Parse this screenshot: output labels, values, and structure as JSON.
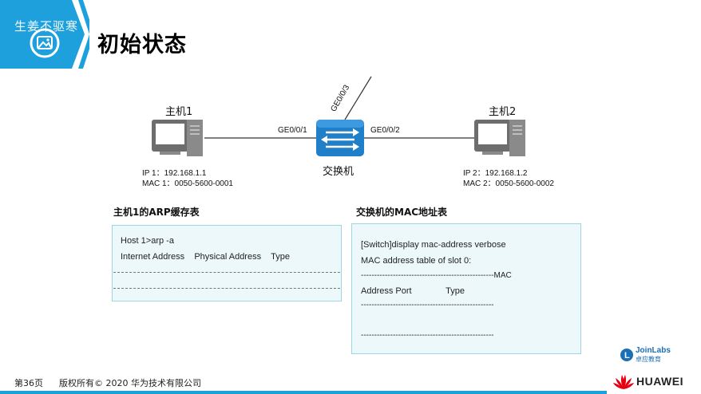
{
  "header": {
    "watermark": "生姜不驱寒",
    "title": "初始状态"
  },
  "topology": {
    "host1": {
      "name": "主机1",
      "ip": "IP 1：192.168.1.1",
      "mac": "MAC 1：0050-5600-0001"
    },
    "host2": {
      "name": "主机2",
      "ip": "IP 2：192.168.1.2",
      "mac": "MAC 2：0050-5600-0002"
    },
    "switch": {
      "name": "交换机"
    },
    "ports": {
      "p1": "GE0/0/1",
      "p2": "GE0/0/2",
      "p3": "GE0/0/3"
    }
  },
  "arp_table": {
    "title": "主机1的ARP缓存表",
    "lines": [
      "Host 1>arp -a",
      "Internet Address    Physical Address    Type"
    ]
  },
  "mac_table": {
    "title": "交换机的MAC地址表",
    "lines": [
      "[Switch]display mac-address verbose",
      "MAC address table of slot 0:",
      "--------------------------------------------------MAC",
      "Address Port              Type",
      "--------------------------------------------------",
      "--------------------------------------------------"
    ]
  },
  "footer": {
    "page": "第36页",
    "copyright": "版权所有© 2020 华为技术有限公司",
    "joinlabs": "JoinLabs",
    "joinlabs_sub": "卓应教育",
    "brand": "HUAWEI"
  },
  "colors": {
    "accent": "#1ea0dc",
    "switch": "#1f7fc8",
    "box_bg": "#edf8fb",
    "box_border": "#9fd6e6"
  }
}
